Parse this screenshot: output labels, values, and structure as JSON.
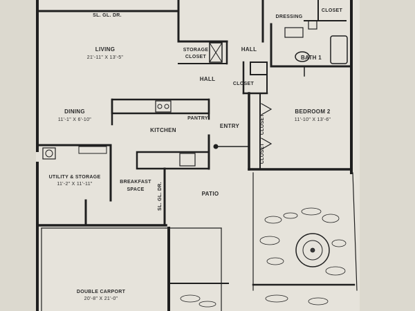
{
  "plan": {
    "rooms": {
      "living": {
        "name": "LIVING",
        "dims": "21'-11\" X 13'-5\""
      },
      "dining": {
        "name": "DINING",
        "dims": "11'-1\" X 6'-10\""
      },
      "kitchen": {
        "name": "KITCHEN"
      },
      "pantry": {
        "name": "PANTRY"
      },
      "utility": {
        "name": "UTILITY & STORAGE",
        "dims": "11'-2\" X 11'-11\""
      },
      "breakfast": {
        "name": "BREAKFAST",
        "name2": "SPACE"
      },
      "entry": {
        "name": "ENTRY"
      },
      "patio": {
        "name": "PATIO"
      },
      "bedroom2": {
        "name": "BEDROOM 2",
        "dims": "11'-10\" X 13'-6\""
      },
      "bath1": {
        "name": "BATH 1"
      },
      "dressing": {
        "name": "DRESSING"
      },
      "hall_upper": {
        "name": "HALL"
      },
      "hall_lower": {
        "name": "HALL"
      },
      "storage_closet": {
        "name": "STORAGE",
        "name2": "CLOSET"
      },
      "closet_hall": {
        "name": "CLOSET"
      },
      "closet_top": {
        "name": "CLOSET"
      },
      "closet_bed_a": {
        "name": "CLOSET"
      },
      "closet_bed_b": {
        "name": "CLOSET"
      },
      "carport": {
        "name": "DOUBLE CARPORT",
        "dims": "20'-8\" X 21'-0\""
      }
    },
    "annotations": {
      "sl_gl_dr_top": "SL. GL. DR.",
      "sl_gl_dr_side": "SL. GL. DR."
    },
    "colors": {
      "paper": "#d9d6cc",
      "ink": "#1f1f1f"
    }
  }
}
